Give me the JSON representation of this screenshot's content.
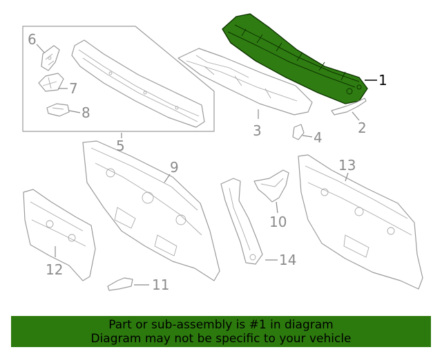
{
  "callouts": {
    "c1": "1",
    "c2": "2",
    "c3": "3",
    "c4": "4",
    "c5": "5",
    "c6": "6",
    "c7": "7",
    "c8": "8",
    "c9": "9",
    "c10": "10",
    "c11": "11",
    "c12": "12",
    "c13": "13",
    "c14": "14"
  },
  "highlight_color": "#2c7a0e",
  "banner": {
    "line1": "Part or sub-assembly is #1 in diagram",
    "line2": "Diagram may not be specific to your vehicle"
  }
}
